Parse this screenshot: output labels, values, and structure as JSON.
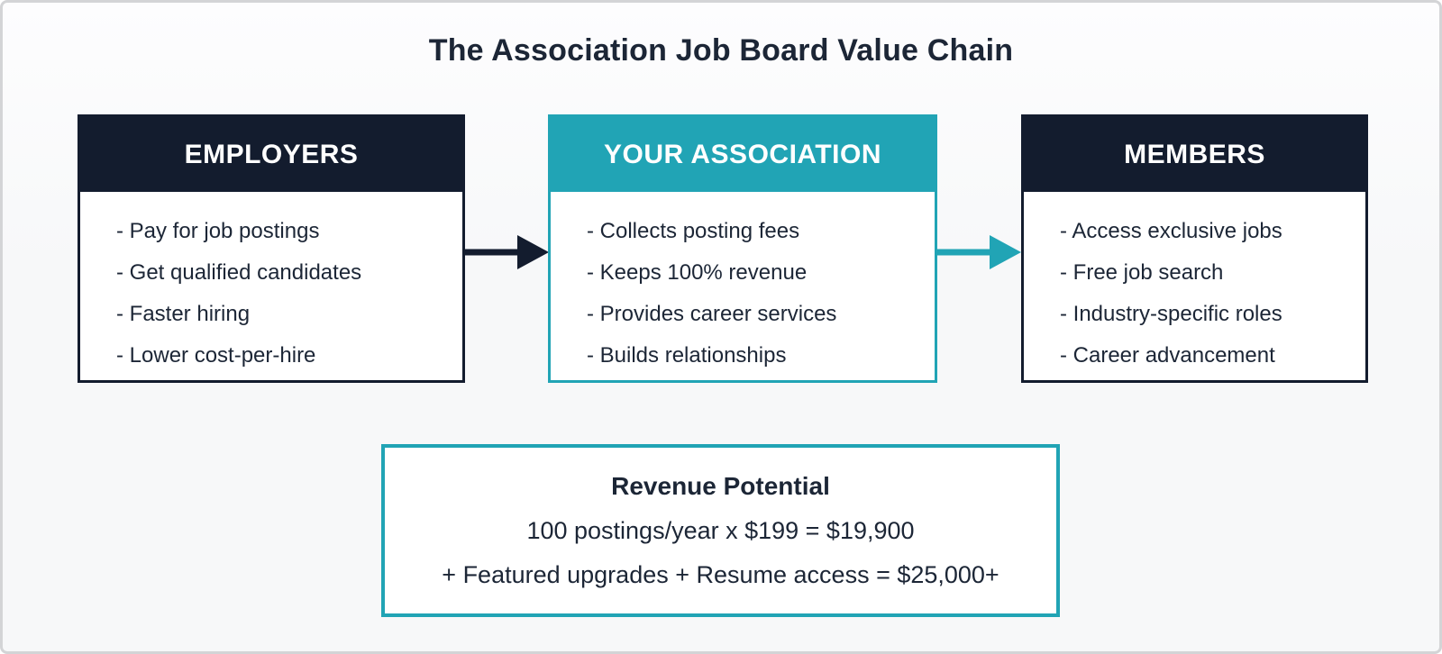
{
  "title": "The Association Job Board Value Chain",
  "colors": {
    "navy": "#131c2e",
    "teal": "#21a4b5",
    "text_navy": "#1c2636",
    "card_bg": "#ffffff",
    "canvas_bg": "#f7f8f9",
    "frame_border": "#d3d4d6"
  },
  "boxes": [
    {
      "header": "EMPLOYERS",
      "accent": "navy",
      "items": [
        "- Pay for job postings",
        "- Get qualified candidates",
        "- Faster hiring",
        "- Lower cost-per-hire"
      ]
    },
    {
      "header": "YOUR ASSOCIATION",
      "accent": "teal",
      "items": [
        "- Collects posting fees",
        "- Keeps 100% revenue",
        "- Provides career services",
        "- Builds relationships"
      ]
    },
    {
      "header": "MEMBERS",
      "accent": "navy",
      "items": [
        "- Access exclusive jobs",
        "- Free job search",
        "- Industry-specific roles",
        "- Career advancement"
      ]
    }
  ],
  "arrows": [
    {
      "from": "employers",
      "to": "association",
      "color": "#131c2e"
    },
    {
      "from": "association",
      "to": "members",
      "color": "#21a4b5"
    }
  ],
  "revenue": {
    "title": "Revenue Potential",
    "lines": [
      "100 postings/year x $199 = $19,900",
      "+ Featured upgrades + Resume access = $25,000+"
    ]
  }
}
